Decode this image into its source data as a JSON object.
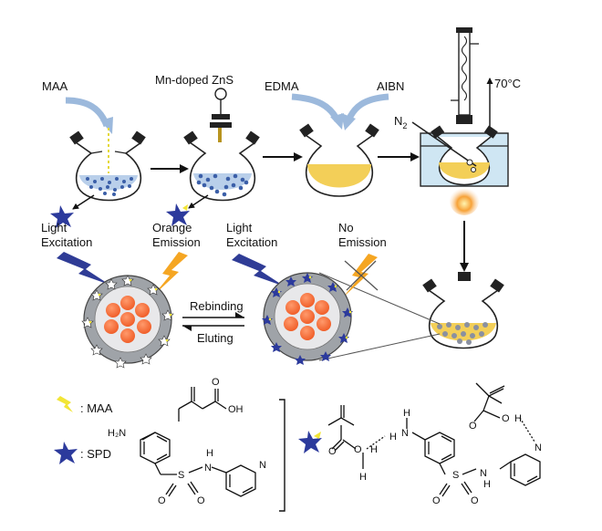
{
  "labels": {
    "maa": "MAA",
    "mn_zns": "Mn-doped ZnS",
    "edma": "EDMA",
    "aibn": "AIBN",
    "temp": "70°C",
    "n2": "N",
    "n2_sub": "2",
    "light_excitation_1a": "Light",
    "light_excitation_1b": "Excitation",
    "orange_emission_a": "Orange",
    "orange_emission_b": "Emission",
    "light_excitation_2a": "Light",
    "light_excitation_2b": "Excitation",
    "no_emission_a": "No",
    "no_emission_b": "Emission",
    "rebinding": "Rebinding",
    "eluting": "Eluting",
    "legend_maa": ": MAA",
    "legend_spd": ": SPD"
  },
  "chem": {
    "h2n": "H₂N",
    "h": "H",
    "n": "N",
    "o": "O",
    "oh": "OH",
    "s": "S",
    "h2": "H",
    "n_ring": "N"
  },
  "colors": {
    "flask_blue": "#6f97cf",
    "flask_yellow": "#f3cf58",
    "bath_blue": "#cfe6f3",
    "star_blue": "#2c3a9c",
    "star_yellow": "#f2e536",
    "orange_core": "#f36b33",
    "shell_gray": "#9fa3a8",
    "bolt_blue": "#2f3c96",
    "bolt_orange": "#f5a623"
  }
}
